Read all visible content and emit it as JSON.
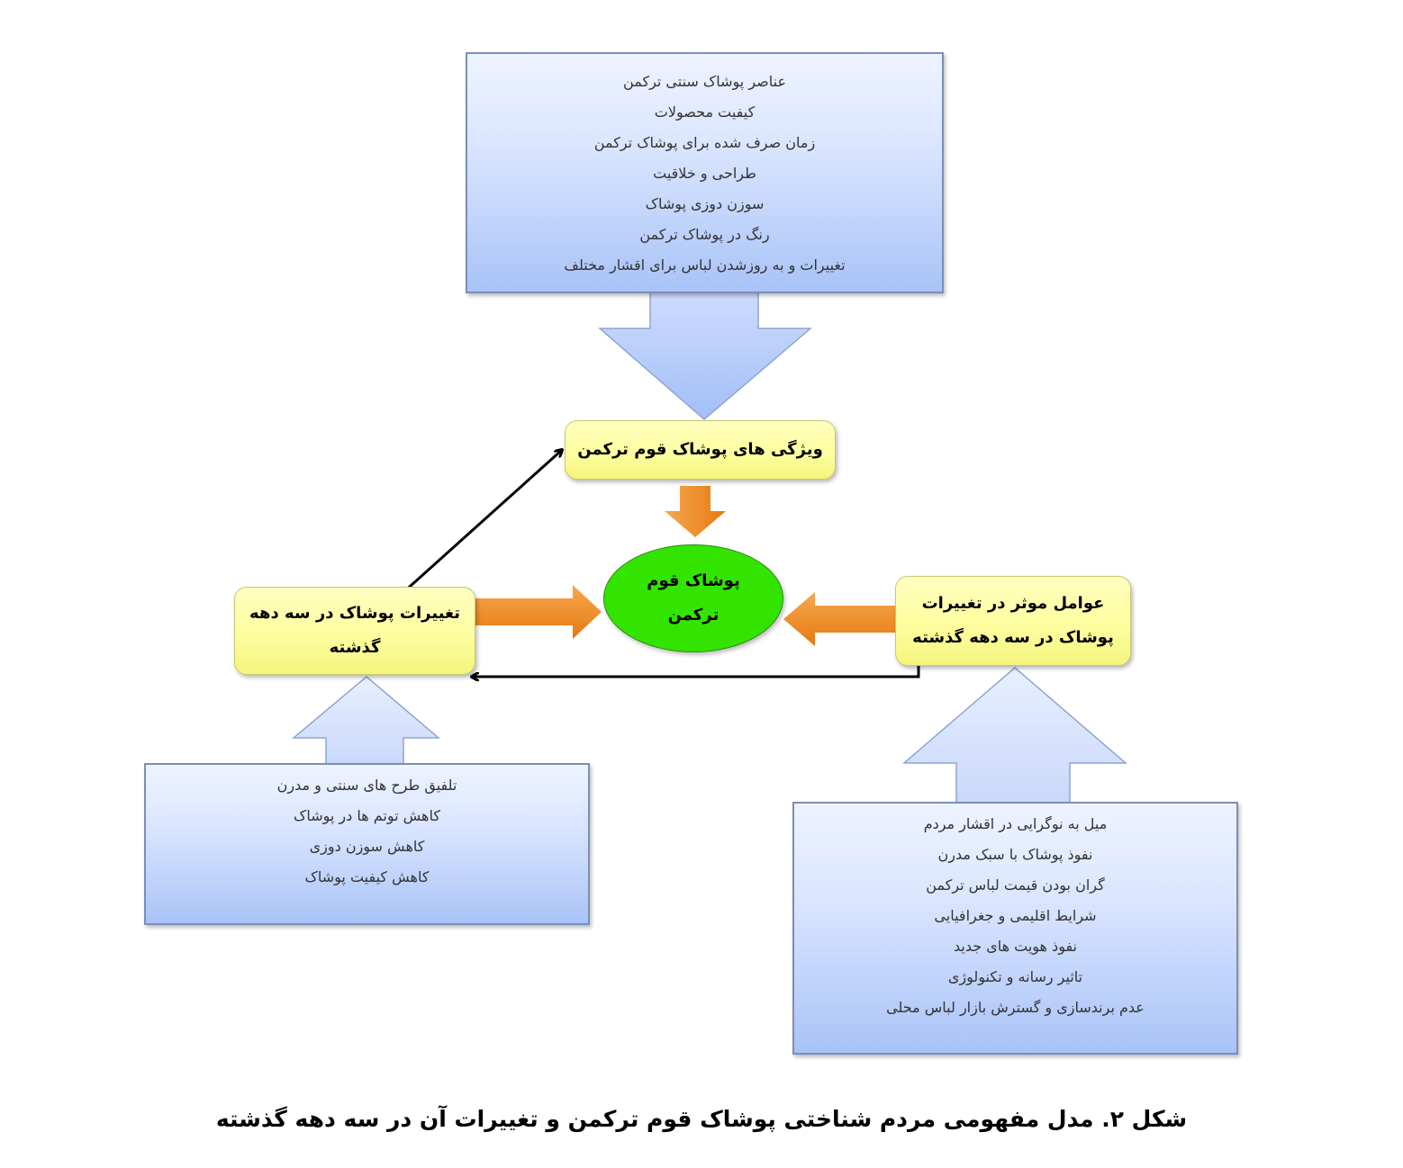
{
  "diagram": {
    "top_box": {
      "lines": [
        "عناصر پوشاک سنتی ترکمن",
        "کیفیت محصولات",
        "زمان صرف شده برای پوشاک ترکمن",
        "طراحی و خلاقیت",
        "سوزن دوزی پوشاک",
        "رنگ در پوشاک ترکمن",
        "تغییرات و به روزشدن لباس برای اقشار مختلف"
      ]
    },
    "features_node": {
      "text": "ویژگی های پوشاک قوم ترکمن"
    },
    "center_node": {
      "lines": [
        "پوشاک قوم",
        "ترکمن"
      ]
    },
    "left_node": {
      "lines": [
        "تغییرات پوشاک در سه دهه",
        "گذشته"
      ]
    },
    "right_node": {
      "lines": [
        "عوامل موثر در تغییرات",
        "پوشاک در سه دهه گذشته"
      ]
    },
    "left_box": {
      "lines": [
        "تلفیق طرح های سنتی و مدرن",
        "کاهش توتم ها در پوشاک",
        "کاهش سوزن دوزی",
        "کاهش کیفیت پوشاک"
      ]
    },
    "right_box": {
      "lines": [
        "میل به نوگرایی در اقشار مردم",
        "نفوذ پوشاک با سبک مدرن",
        "گران بودن قیمت لباس ترکمن",
        "شرایط اقلیمی و جغرافیایی",
        "نفوذ هویت های جدید",
        "تاثیر رسانه و تکنولوژی",
        "عدم برندسازی و گسترش بازار لباس محلی"
      ]
    },
    "caption": "شکل ۲. مدل مفهومی مردم شناختی پوشاک قوم ترکمن و تغییرات آن در سه دهه گذشته"
  },
  "colors": {
    "blue_box": "#a9c3f7",
    "yellow_box": "#fdfd9c",
    "green_circle": "#33e400",
    "orange_arrow": "#f08a1c"
  }
}
